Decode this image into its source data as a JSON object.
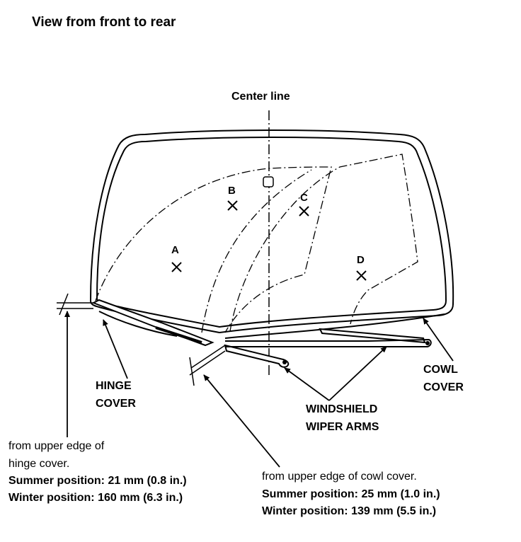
{
  "title": "View from front to rear",
  "center_line_label": "Center line",
  "points": {
    "a": "A",
    "b": "B",
    "c": "C",
    "d": "D"
  },
  "hinge_cover": {
    "line1": "HINGE",
    "line2": "COVER"
  },
  "cowl_cover": {
    "line1": "COWL",
    "line2": "COVER"
  },
  "wiper_arms": {
    "line1": "WINDSHIELD",
    "line2": "WIPER ARMS"
  },
  "hinge_note": {
    "line1": "from upper edge of",
    "line2": "hinge cover.",
    "summer": "Summer position: 21 mm (0.8 in.)",
    "winter": "Winter position: 160 mm (6.3 in.)"
  },
  "cowl_note": {
    "line1": "from upper edge of cowl cover.",
    "summer": "Summer position: 25 mm (1.0 in.)",
    "winter": "Winter position: 139 mm (5.5 in.)"
  }
}
